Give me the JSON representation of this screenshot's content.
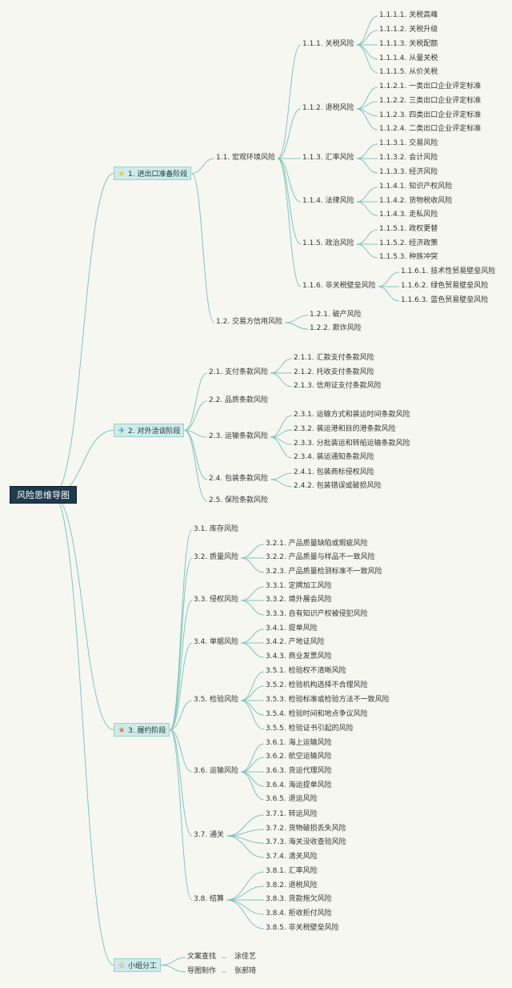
{
  "root": "风险思维导图",
  "colors": {
    "line": "#7fc4bc",
    "root_bg": "#1f3a4d",
    "main_bg": "#cdebe8"
  },
  "branches": [
    {
      "label": "1. 进出口准备阶段",
      "icon": "★",
      "icon_name": "star-icon",
      "icon_color": "#f3c33b",
      "children": [
        {
          "label": "1.1. 宏观环境风险",
          "children": [
            {
              "label": "1.1.1. 关税风险",
              "children": [
                "1.1.1.1. 关税高峰",
                "1.1.1.2. 关税升级",
                "1.1.1.3. 关税配额",
                "1.1.1.4. 从量关税",
                "1.1.1.5. 从价关税"
              ]
            },
            {
              "label": "1.1.2. 退税风险",
              "children": [
                "1.1.2.1. 一类出口企业评定标准",
                "1.1.2.2. 三类出口企业评定标准",
                "1.1.2.3. 四类出口企业评定标准",
                "1.1.2.4. 二类出口企业评定标准"
              ]
            },
            {
              "label": "1.1.3. 汇率风险",
              "children": [
                "1.1.3.1. 交易风险",
                "1.1.3.2. 会计风险",
                "1.1.3.3. 经济风险"
              ]
            },
            {
              "label": "1.1.4. 法律风险",
              "children": [
                "1.1.4.1. 知识产权风险",
                "1.1.4.2. 货物税收风险",
                "1.1.4.3. 走私风险"
              ]
            },
            {
              "label": "1.1.5. 政治风险",
              "children": [
                "1.1.5.1. 政权更替",
                "1.1.5.2. 经济政策",
                "1.1.5.3. 种族冲突"
              ]
            },
            {
              "label": "1.1.6. 非关税壁垒风险",
              "children": [
                "1.1.6.1. 技术性贸易壁垒风险",
                "1.1.6.2. 绿色贸易壁垒风险",
                "1.1.6.3. 蓝色贸易壁垒风险"
              ]
            }
          ]
        },
        {
          "label": "1.2. 交易方信用风险",
          "children": [
            "1.2.1. 破产风险",
            "1.2.2. 欺诈风险"
          ]
        }
      ]
    },
    {
      "label": "2. 对外洽谈阶段",
      "icon": "✈",
      "icon_name": "paper-plane-icon",
      "icon_color": "#3a8fb7",
      "children": [
        {
          "label": "2.1. 支付条款风险",
          "children": [
            "2.1.1. 汇款支付条款风险",
            "2.1.2. 托收支付条款风险",
            "2.1.3. 信用证支付条款风险"
          ]
        },
        {
          "label": "2.2. 品质条款风险"
        },
        {
          "label": "2.3. 运输条款风险",
          "children": [
            "2.3.1. 运输方式和装运时间条款风险",
            "2.3.2. 装运港和目的港条款风险",
            "2.3.3. 分批装运和转船运输条款风险",
            "2.3.4. 装运通知条款风险"
          ]
        },
        {
          "label": "2.4. 包装条款风险",
          "children": [
            "2.4.1. 包装商标侵权风险",
            "2.4.2. 包装错误或破损风险"
          ]
        },
        {
          "label": "2.5. 保险条款风险"
        }
      ]
    },
    {
      "label": "3. 履约阶段",
      "icon": "★",
      "icon_name": "star-icon",
      "icon_color": "#e8773a",
      "children": [
        {
          "label": "3.1. 库存风险"
        },
        {
          "label": "3.2. 质量风险",
          "children": [
            "3.2.1. 产品质量缺陷或瑕疵风险",
            "3.2.2. 产品质量与样品不一致风险",
            "3.2.3. 产品质量检测标准不一致风险"
          ]
        },
        {
          "label": "3.3. 侵权风险",
          "children": [
            "3.3.1. 定牌加工风险",
            "3.3.2. 境外展会风险",
            "3.3.3. 自有知识产权被侵犯风险"
          ]
        },
        {
          "label": "3.4. 单据风险",
          "children": [
            "3.4.1. 提单风险",
            "3.4.2. 产地证风险",
            "3.4.3. 商业发票风险"
          ]
        },
        {
          "label": "3.5. 检验风险",
          "children": [
            "3.5.1. 检验权不清晰风险",
            "3.5.2. 检验机构选择不合理风险",
            "3.5.3. 检验标准或检验方法不一致风险",
            "3.5.4. 检验时间和地点争议风险",
            "3.5.5. 检验证书引起的风险"
          ]
        },
        {
          "label": "3.6. 运输风险",
          "children": [
            "3.6.1. 海上运输风险",
            "3.6.2. 航空运输风险",
            "3.6.3. 货运代理风险",
            "3.6.4. 海运提单风险",
            "3.6.5. 退运风险"
          ]
        },
        {
          "label": "3.7. 通关",
          "children": [
            "3.7.1. 转运风险",
            "3.7.2. 货物破损丢失风险",
            "3.7.3. 海关没收查验风险",
            "3.7.4. 清关风险"
          ]
        },
        {
          "label": "3.8. 结算",
          "children": [
            "3.8.1. 汇率风险",
            "3.8.2. 退税风险",
            "3.8.3. 货款拖欠风险",
            "3.8.4. 拒收拒付风险",
            "3.8.5. 非关税壁垒风险"
          ]
        }
      ]
    },
    {
      "label": "小组分工",
      "icon": "☆",
      "icon_name": "star-outline-icon",
      "icon_color": "#e04848",
      "children": [
        {
          "label": "文案查找",
          "children": [
            "涂佳艺"
          ]
        },
        {
          "label": "导图制作",
          "children": [
            "张郝琦"
          ]
        }
      ]
    }
  ]
}
